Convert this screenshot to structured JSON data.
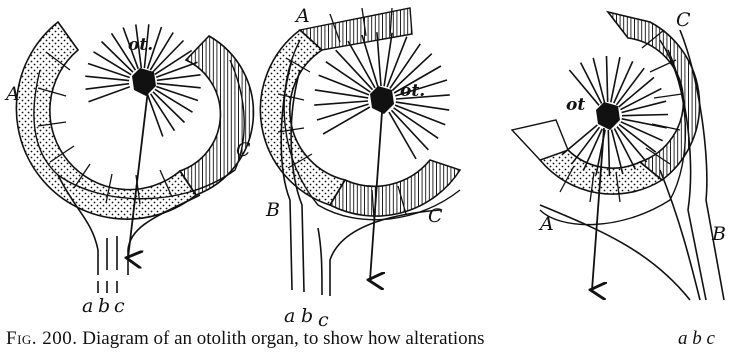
{
  "figure": {
    "caption_label": "Fig. 200.",
    "caption_text": "Diagram of an otolith organ, to show how alterations",
    "caption_trailing": "a b c"
  },
  "diagrams": [
    {
      "otolith_label": "ot.",
      "cell_group_labels": [
        "A",
        "C"
      ],
      "nerve_labels": [
        "a",
        "b",
        "c"
      ]
    },
    {
      "otolith_label": "ot.",
      "cell_group_labels": [
        "A",
        "B",
        "C"
      ],
      "nerve_labels": [
        "a",
        "b",
        "c"
      ]
    },
    {
      "otolith_label": "ot",
      "cell_group_labels": [
        "C",
        "A",
        "B"
      ],
      "nerve_labels": [
        "a",
        "b",
        "c"
      ]
    }
  ],
  "colors": {
    "ink": "#111111",
    "paper": "#ffffff"
  }
}
